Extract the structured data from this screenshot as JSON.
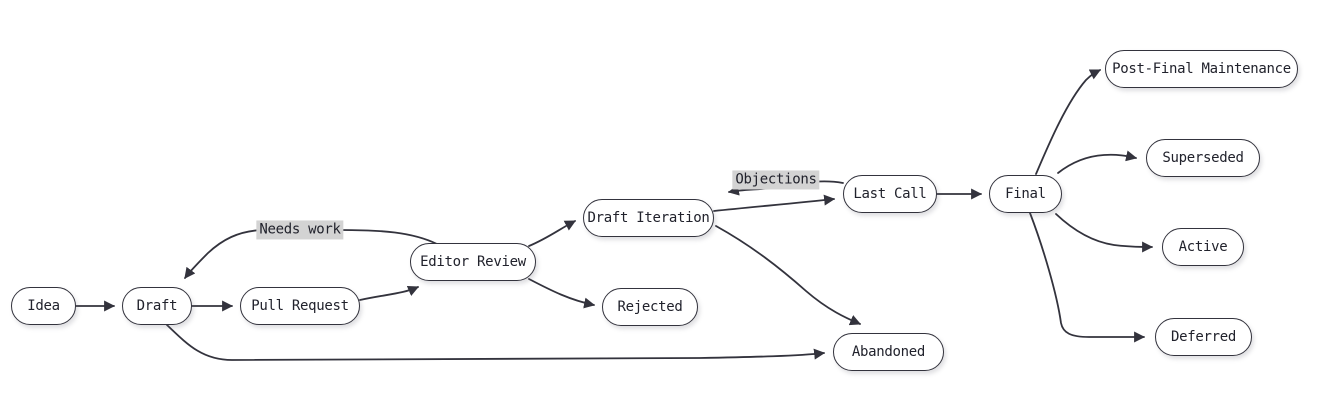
{
  "diagram": {
    "type": "flowchart",
    "direction": "left-to-right",
    "nodes": [
      {
        "id": "idea",
        "label": "Idea"
      },
      {
        "id": "draft",
        "label": "Draft"
      },
      {
        "id": "pull-request",
        "label": "Pull Request"
      },
      {
        "id": "editor-review",
        "label": "Editor Review"
      },
      {
        "id": "draft-iteration",
        "label": "Draft Iteration"
      },
      {
        "id": "rejected",
        "label": "Rejected"
      },
      {
        "id": "last-call",
        "label": "Last Call"
      },
      {
        "id": "final",
        "label": "Final"
      },
      {
        "id": "abandoned",
        "label": "Abandoned"
      },
      {
        "id": "post-final-maintenance",
        "label": "Post-Final Maintenance"
      },
      {
        "id": "superseded",
        "label": "Superseded"
      },
      {
        "id": "active",
        "label": "Active"
      },
      {
        "id": "deferred",
        "label": "Deferred"
      }
    ],
    "edges": [
      {
        "from": "Idea",
        "to": "Draft",
        "label": ""
      },
      {
        "from": "Draft",
        "to": "Pull Request",
        "label": ""
      },
      {
        "from": "Pull Request",
        "to": "Editor Review",
        "label": ""
      },
      {
        "from": "Editor Review",
        "to": "Draft",
        "label": "Needs work"
      },
      {
        "from": "Editor Review",
        "to": "Draft Iteration",
        "label": ""
      },
      {
        "from": "Editor Review",
        "to": "Rejected",
        "label": ""
      },
      {
        "from": "Draft Iteration",
        "to": "Last Call",
        "label": ""
      },
      {
        "from": "Last Call",
        "to": "Draft Iteration",
        "label": "Objections"
      },
      {
        "from": "Last Call",
        "to": "Final",
        "label": ""
      },
      {
        "from": "Draft Iteration",
        "to": "Abandoned",
        "label": ""
      },
      {
        "from": "Draft",
        "to": "Abandoned",
        "label": ""
      },
      {
        "from": "Final",
        "to": "Post-Final Maintenance",
        "label": ""
      },
      {
        "from": "Final",
        "to": "Superseded",
        "label": ""
      },
      {
        "from": "Final",
        "to": "Active",
        "label": ""
      },
      {
        "from": "Final",
        "to": "Deferred",
        "label": ""
      }
    ],
    "colors": {
      "node_fill": "#ffffff",
      "node_border": "#33333d",
      "edge_stroke": "#33333d",
      "text": "#21222c",
      "edge_label_background": "#d3d3d3",
      "canvas_background": "#ffffff"
    }
  }
}
